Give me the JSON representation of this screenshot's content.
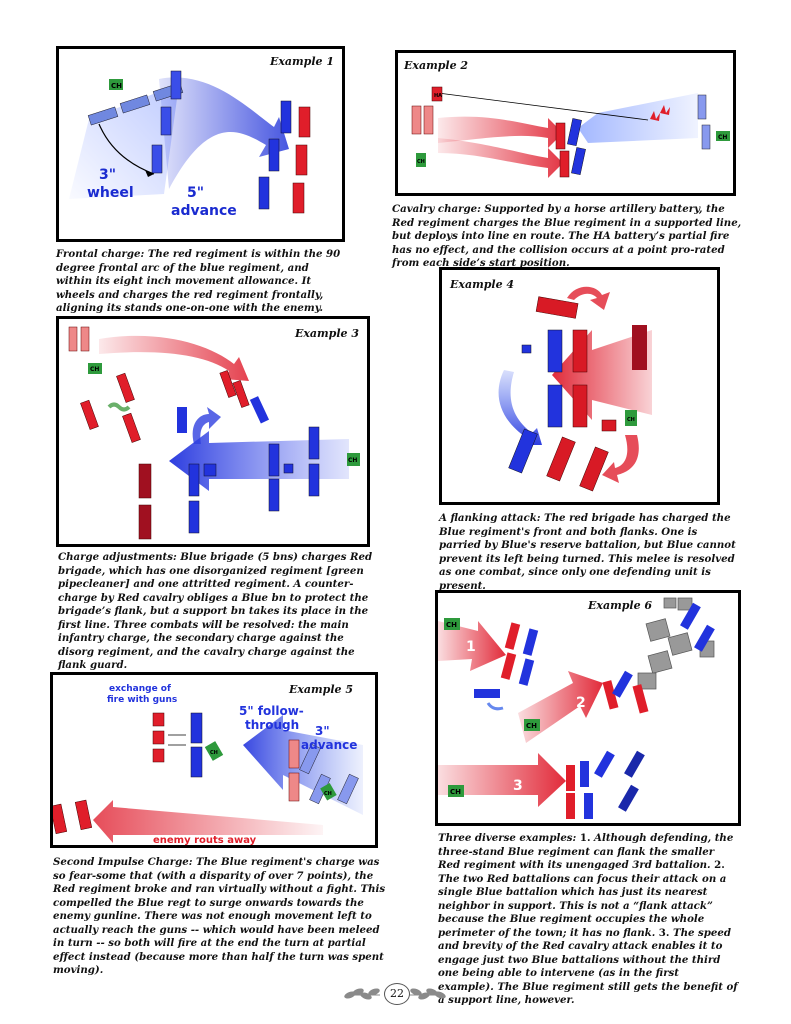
{
  "colors": {
    "red": "#e01e2a",
    "darkred": "#a01020",
    "blue": "#2b3ce0",
    "lightblue": "#7088e0",
    "green": "#2e9a3c"
  },
  "ex1": {
    "title": "Example 1",
    "ch": "CH",
    "wheel_dist": "3\"",
    "wheel": "wheel",
    "adv_dist": "5\"",
    "advance": "advance",
    "caption": "Frontal charge:  The red regiment is within the 90 degree frontal arc of the blue regiment, and within its eight inch movement allowance. It wheels and charges the red regiment frontally, aligning its stands one-on-one with the enemy."
  },
  "ex2": {
    "title": "Example 2",
    "ha": "HA",
    "ch": "CH",
    "caption": "Cavalry charge: Supported by a horse artillery battery, the Red regiment charges the Blue regiment in a supported line, but deploys into line en route. The HA battery’s partial fire has no effect, and the collision occurs at a point pro-rated from each side’s start position."
  },
  "ex3": {
    "title": "Example 3",
    "ch1": "CH",
    "ch2": "CH",
    "caption": "Charge adjustments: Blue brigade (5 bns) charges Red brigade, which has one disorganized regiment [green pipecleaner] and one attritted regiment. A counter-charge by Red cavalry obliges a Blue bn to protect the brigade’s flank, but a support bn takes its place in the first line.  Three combats will be resolved: the main infantry charge, the secondary charge against the disorg regiment, and the cavalry charge against the flank guard."
  },
  "ex4": {
    "title": "Example 4",
    "ch": "CH",
    "caption": "A flanking attack: The red brigade has charged the Blue regiment's front and both flanks. One is parried by Blue's reserve battalion, but Blue cannot prevent its left being turned.  This melee is resolved as one combat, since only one defending unit is present."
  },
  "ex5": {
    "title": "Example 5",
    "exchange1": "exchange of",
    "exchange2": "fire with guns",
    "follow1": "5\" follow-",
    "follow2": "through",
    "adv1": "3\"",
    "adv2": "advance",
    "routs": "enemy routs away",
    "ch1": "CH",
    "ch2": "CH",
    "caption": "Second Impulse Charge: The Blue regiment's charge was so fear-some that (with a disparity of over 7 points), the Red regiment broke and ran virtually without a fight.  This compelled the Blue regt to surge onwards towards the enemy gunline.  There was not enough movement left to actually reach the guns -- which would have been meleed in turn -- so both will fire at the end the turn at partial effect instead  (because more than half the turn was spent moving)."
  },
  "ex6": {
    "title": "Example 6",
    "ch1": "CH",
    "ch2": "CH",
    "ch3": "CH",
    "n1": "1",
    "n2": "2",
    "n3": "3",
    "cap_a": "Three diverse examples: ",
    "n1b": "1.",
    "cap_b": " Although defending, the three-stand Blue regiment can flank the smaller Red regiment with its unengaged 3rd battalion.   ",
    "n2b": "2.",
    "cap_c": " The two Red battalions can focus their attack on a single Blue battalion which has just its nearest neighbor in support. This is not a “flank attack” because the Blue regiment occupies the whole perimeter of the town; it has no flank.   ",
    "n3b": "3.",
    "cap_d": " The speed and brevity of the Red cavalry attack enables it to engage just two Blue battalions without the third one being able to intervene (as in the first example).  The Blue regiment still gets the benefit of a support line, however."
  },
  "page": {
    "number": "22"
  }
}
